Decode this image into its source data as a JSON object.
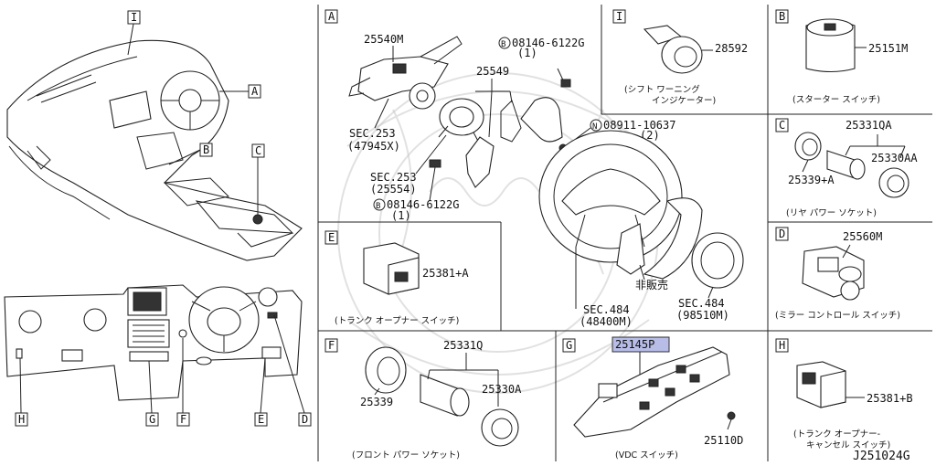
{
  "diagram_id": "J251024G",
  "overview": {
    "upper_callouts": [
      "I",
      "A",
      "B",
      "C"
    ],
    "lower_callouts": [
      "H",
      "G",
      "F",
      "E",
      "D"
    ]
  },
  "panels": {
    "A": {
      "letter": "A",
      "parts": {
        "combi_switch": "25540M",
        "bolt_top": "08146-6122G",
        "bolt_top_qty": "(1)",
        "paddle": "25549",
        "nut": "08911-10637",
        "nut_qty": "(2)",
        "sec253_a": "SEC.253",
        "sec253_a_ref": "(47945X)",
        "sec253_b": "SEC.253",
        "sec253_b_ref": "(25554)",
        "bolt_bottom": "08146-6122G",
        "bolt_bottom_qty": "(1)",
        "not_for_sale": "非販売",
        "sec484_a": "SEC.484",
        "sec484_a_ref": "(48400M)",
        "sec484_b": "SEC.484",
        "sec484_b_ref": "(98510M)"
      },
      "prefix_b": "B",
      "prefix_n": "N"
    },
    "I": {
      "letter": "I",
      "part": "28592",
      "caption_1": "(シフト ワーニング",
      "caption_2": "インジケーター)"
    },
    "B": {
      "letter": "B",
      "part": "25151M",
      "caption": "(スターター スイッチ)"
    },
    "C": {
      "letter": "C",
      "parts": [
        "25331QA",
        "25339+A",
        "25330AA"
      ],
      "caption": "(リヤ パワー ソケット)"
    },
    "D": {
      "letter": "D",
      "part": "25560M",
      "caption": "(ミラー コントロール スイッチ)"
    },
    "E": {
      "letter": "E",
      "part": "25381+A",
      "caption": "(トランク オープナー スイッチ)"
    },
    "F": {
      "letter": "F",
      "parts": [
        "25331Q",
        "25339",
        "25330A"
      ],
      "caption": "(フロント パワー ソケット)"
    },
    "G": {
      "letter": "G",
      "highlighted_part": "25145P",
      "part": "25110D",
      "caption": "(VDC スイッチ)"
    },
    "H": {
      "letter": "H",
      "part": "25381+B",
      "caption_1": "(トランク オープナー-",
      "caption_2": "キャンセル スイッチ)"
    }
  }
}
